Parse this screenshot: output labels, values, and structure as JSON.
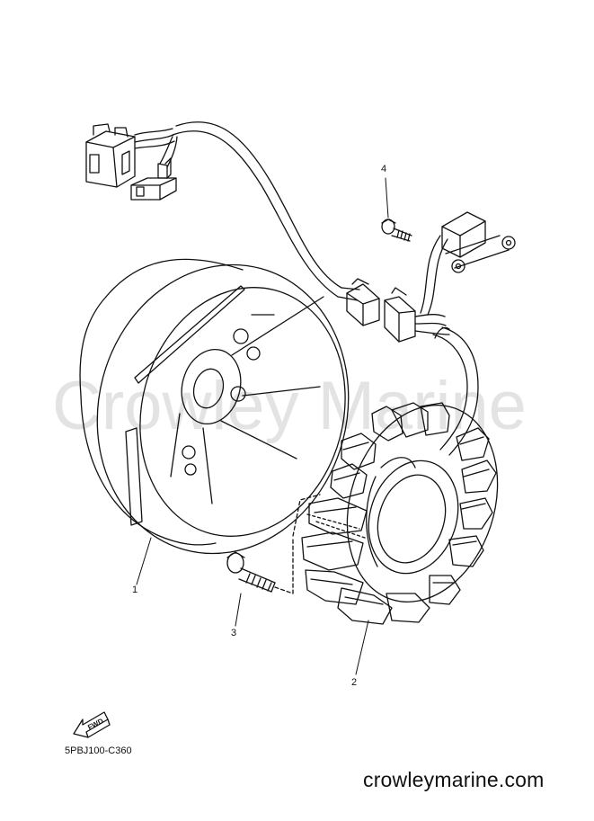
{
  "callouts": [
    {
      "id": "1",
      "label": "1"
    },
    {
      "id": "2",
      "label": "2"
    },
    {
      "id": "3",
      "label": "3"
    },
    {
      "id": "4",
      "label": "4"
    }
  ],
  "direction_arrow": {
    "label": "FWD",
    "icon": "fwd-arrow-icon"
  },
  "diagram_code": "5PBJ100-C360",
  "website": "crowleymarine.com",
  "watermark_text": "Crowley Marine"
}
